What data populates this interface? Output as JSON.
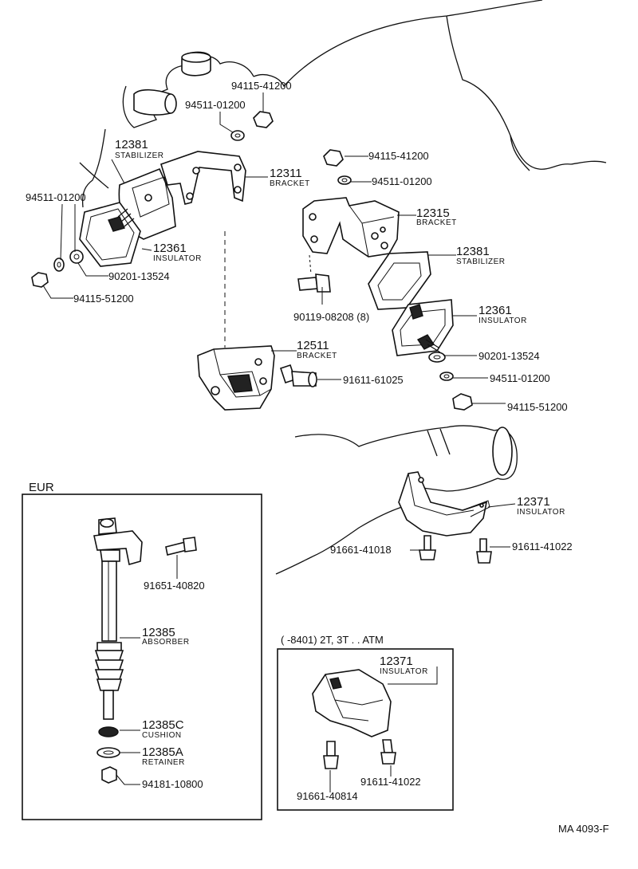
{
  "labels": {
    "l1": {
      "num": "94115-41200"
    },
    "l2": {
      "num": "94511-01200"
    },
    "l3": {
      "num": "12381",
      "name": "STABILIZER"
    },
    "l4": {
      "num": "12311",
      "name": "BRACKET"
    },
    "l5": {
      "num": "94115-41200"
    },
    "l6": {
      "num": "94511-01200"
    },
    "l7": {
      "num": "94511-01200"
    },
    "l8": {
      "num": "12315",
      "name": "BRACKET"
    },
    "l9": {
      "num": "12361",
      "name": "INSULATOR"
    },
    "l10": {
      "num": "12381",
      "name": "STABILIZER"
    },
    "l11": {
      "num": "90201-13524"
    },
    "l12": {
      "num": "94115-51200"
    },
    "l13": {
      "num": "90119-08208 (8)"
    },
    "l14": {
      "num": "12361",
      "name": "INSULATOR"
    },
    "l15": {
      "num": "12511",
      "name": "BRACKET"
    },
    "l16": {
      "num": "90201-13524"
    },
    "l17": {
      "num": "91611-61025"
    },
    "l18": {
      "num": "94511-01200"
    },
    "l19": {
      "num": "94115-51200"
    },
    "l20": {
      "num": "12371",
      "name": "INSULATOR"
    },
    "l21": {
      "num": "91661-41018"
    },
    "l22": {
      "num": "91611-41022"
    },
    "l23": {
      "num": "91651-40820"
    },
    "l24": {
      "num": "12385",
      "name": "ABSORBER"
    },
    "l25": {
      "num": "12385C",
      "name": "CUSHION"
    },
    "l26": {
      "num": "12385A",
      "name": "RETAINER"
    },
    "l27": {
      "num": "94181-10800"
    },
    "l28": {
      "num": "12371",
      "name": "INSULATOR"
    },
    "l29": {
      "num": "91661-40814"
    },
    "l30": {
      "num": "91611-41022"
    }
  },
  "boxes": {
    "eur": {
      "title": "EUR"
    },
    "atm": {
      "title": "(        -8401) 2T, 3T . . ATM"
    }
  },
  "footer": {
    "code": "MA 4093-F"
  }
}
